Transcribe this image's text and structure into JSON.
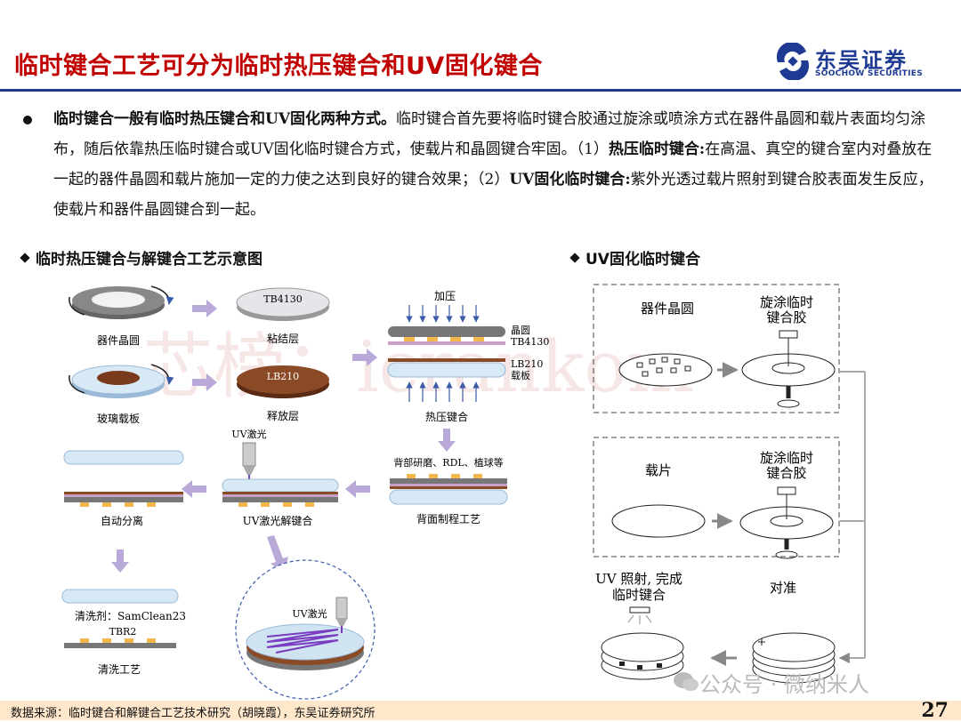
{
  "header": {
    "title": "临时键合工艺可分为临时热压键合和UV固化键合",
    "logo": {
      "name": "东吴证券",
      "sub": "SOOCHOW SECURITIES"
    }
  },
  "bullet": {
    "bold_lead": "临时键合一般有临时热压键合和UV固化两种方式。",
    "text1": "临时键合首先要将临时键合胶通过旋涂或喷涂方式在器件晶圆和载片表面均匀涂布，随后依靠热压临时键合或UV固化临时键合方式，使载片和晶圆键合牢固。（1）",
    "bold2": "热压临时键合:",
    "text2": "在高温、真空的键合室内对叠放在一起的器件晶圆和载片施加一定的力使之达到良好的键合效果；（2）",
    "bold3": "UV固化临时键合:",
    "text3": "紫外光透过载片照射到键合胶表面发生反应，使载片和器件晶圆键合到一起。"
  },
  "left_section": {
    "title": "临时热压键合与解键合工艺示意图",
    "labels": {
      "device_wafer": "器件晶圆",
      "tb4130": "TB4130",
      "adhesive_layer": "粘结层",
      "press": "加压",
      "wafer_label": "晶圆",
      "tb4130_right": "TB4130",
      "lb210_right": "LB210",
      "carrier": "载板",
      "glass_carrier": "玻璃载板",
      "lb210": "LB210",
      "release_layer": "释放层",
      "thermo_bond": "热压键合",
      "uv_laser": "UV激光",
      "backside_steps": "背部研磨、RDL、植球等",
      "auto_separation": "自动分离",
      "uv_debond": "UV激光解键合",
      "backside_process": "背面制程工艺",
      "uv_laser_zoom": "UV激光",
      "cleaner": "清洗剂：SamClean23",
      "tbr2": "TBR2",
      "clean_process": "清洗工艺"
    }
  },
  "right_section": {
    "title": "UV固化临时键合",
    "labels": {
      "device_wafer": "器件晶圆",
      "spin_coat_1a": "旋涂临时",
      "spin_coat_1b": "键合胶",
      "carrier": "载片",
      "spin_coat_2a": "旋涂临时",
      "spin_coat_2b": "键合胶",
      "uv_done_a": "UV 照射, 完成",
      "uv_done_b": "临时键合",
      "align": "对准"
    }
  },
  "faint_watermark": "芯榜：icrankom",
  "watermark": "公众号 · 微纳米人",
  "footer": {
    "source": "数据来源：临时键合和解键合工艺技术研究（胡晓霞），东吴证券研究所",
    "page": "27"
  },
  "colors": {
    "title_red": "#c00000",
    "brand_blue": "#1f3a93",
    "arrow_purple": "#b9a9d9",
    "footer_bg": "#ffe7cc"
  }
}
